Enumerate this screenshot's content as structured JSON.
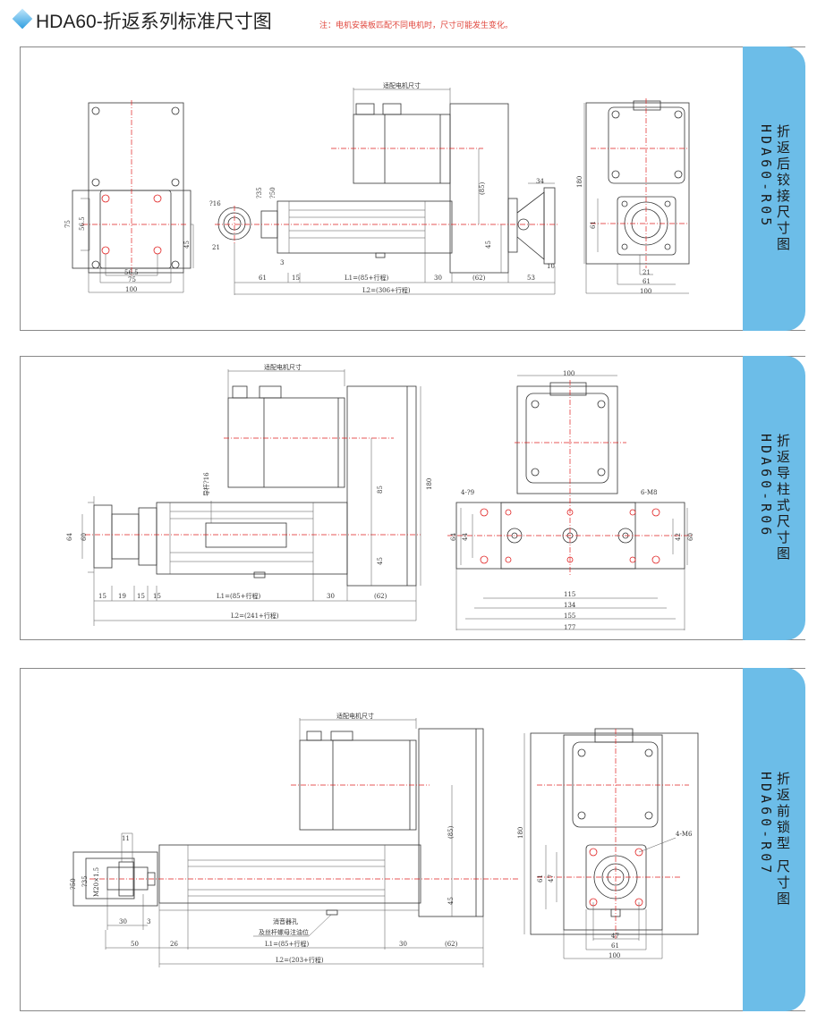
{
  "header": {
    "title": "HDA60-折返系列标准尺寸图",
    "note": "注：电机安装板匹配不同电机时，尺寸可能发生变化。",
    "accent": "#2f9ee0",
    "note_color": "#e0463c"
  },
  "panels": [
    {
      "title": "折返后铰接尺寸图",
      "code": "HDA60-R05",
      "dims": {
        "motor": "适配电机尺寸",
        "d16": "?16",
        "r21": "21",
        "d35": "?35",
        "d50": "?50",
        "three": "3",
        "d61": "61",
        "d15": "15",
        "l1": "L1=(85+行程)",
        "d30": "30",
        "d62": "(62)",
        "d53": "53",
        "l2": "L2=(306+行程)",
        "d85": "(85)",
        "d45": "45",
        "d34": "34",
        "d10": "10",
        "lv75": "75",
        "lv565": "56.5",
        "lv45": "45",
        "lb565": "56.5",
        "lb75": "75",
        "lb100": "100",
        "r180": "180",
        "r61v": "61",
        "r61": "61",
        "r100": "100"
      }
    },
    {
      "title": "折返导柱式尺寸图",
      "code": "HDA60-R06",
      "dims": {
        "motor": "适配电机尺寸",
        "guide": "导杆?16",
        "d85": "85",
        "d45": "45",
        "d180": "180",
        "d64": "64",
        "d60": "60",
        "b15a": "15",
        "b19": "19",
        "b15b": "15",
        "b15c": "15",
        "l1": "L1=(85+行程)",
        "b30": "30",
        "b62": "(62)",
        "l2": "L2=(241+行程)",
        "r100": "100",
        "r479": "4-?9",
        "r6m8": "6-M8",
        "r64": "64",
        "r44": "44",
        "r42": "42",
        "r60": "60",
        "r115": "115",
        "r134": "134",
        "r155": "155",
        "r177": "177"
      }
    },
    {
      "title": "折返前锁型 尺寸图",
      "code": "HDA60-R07",
      "dims": {
        "motor": "适配电机尺寸",
        "d11": "11",
        "d50": "?50",
        "d35": "?35",
        "m20": "M20×1.5",
        "d30": "30",
        "d3": "3",
        "muffler1": "消音器孔",
        "muffler2": "及丝杆螺母注油位",
        "b50": "50",
        "b26": "26",
        "l1": "L1=(85+行程)",
        "b30": "30",
        "b62": "(62)",
        "l2": "L2=(203+行程)",
        "d85": "(85)",
        "d45": "45",
        "r180": "180",
        "r4m6": "4-M6",
        "r61": "61",
        "r47": "47",
        "rb47": "47",
        "rb61": "61",
        "rb100": "100"
      }
    }
  ]
}
